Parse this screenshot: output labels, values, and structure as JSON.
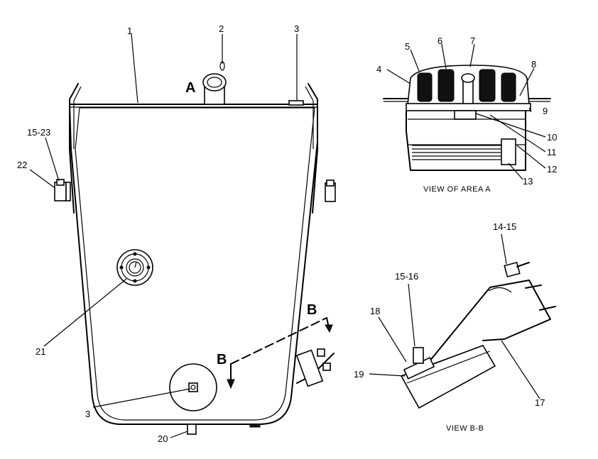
{
  "labels": {
    "n1": "1",
    "n2": "2",
    "n3_top": "3",
    "n3_bottom": "3",
    "n4": "4",
    "n5": "5",
    "n6": "6",
    "n7": "7",
    "n8": "8",
    "n9": "9",
    "n10": "10",
    "n11": "11",
    "n12": "12",
    "n13": "13",
    "n14_15": "14-15",
    "n15_16": "15-16",
    "n15_23": "15-23",
    "n17": "17",
    "n18": "18",
    "n19": "19",
    "n20": "20",
    "n21": "21",
    "n22": "22",
    "view_a_marker": "A",
    "section_b_left": "B",
    "section_b_right": "B"
  },
  "captions": {
    "view_area_a": "VIEW OF AREA A",
    "view_b_b": "VIEW B-B"
  }
}
